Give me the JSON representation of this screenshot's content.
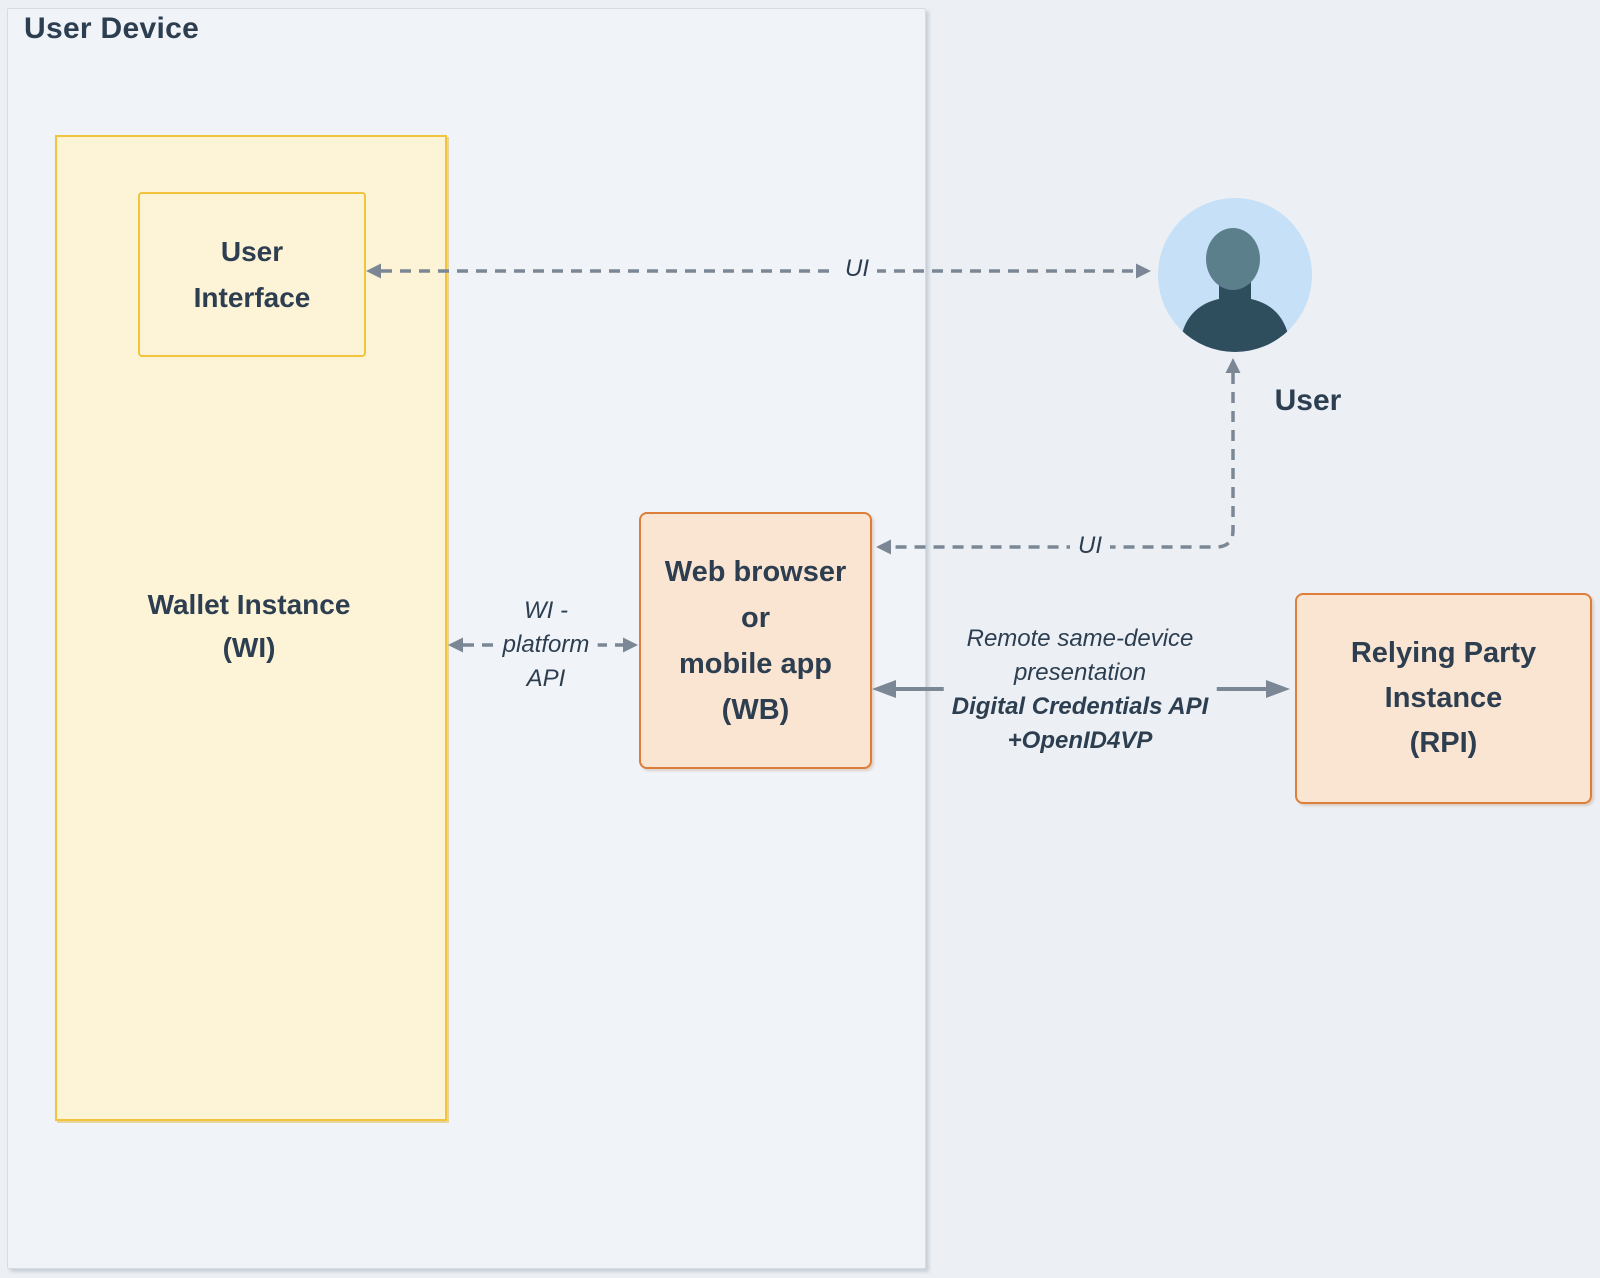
{
  "colors": {
    "page-bg": "#ecf0f5",
    "ud-fill": "#f0f3f8",
    "ud-border": "#d7dce3",
    "yellow-fill": "#fdf3d6",
    "yellow-border": "#f1c43c",
    "orange-fill": "#fae5d2",
    "orange-border": "#dd7e3a",
    "text": "#2c3e50",
    "arrow": "#7b8794",
    "avatar-bg": "#c5e0f7",
    "avatar-head": "#5c7f8c",
    "avatar-body": "#2f4e5d"
  },
  "user_device": {
    "title": "User Device"
  },
  "wallet_instance": {
    "label_line1": "Wallet Instance",
    "label_line2": "(WI)"
  },
  "user_interface": {
    "label_line1": "User",
    "label_line2": "Interface"
  },
  "web_browser": {
    "label_line1": "Web browser",
    "label_line2": "or",
    "label_line3": "mobile app",
    "label_line4": "(WB)"
  },
  "relying_party": {
    "label_line1": "Relying Party",
    "label_line2": "Instance",
    "label_line3": "(RPI)"
  },
  "user": {
    "label": "User"
  },
  "edges": {
    "ui_to_user_label": "UI",
    "user_to_wb_label": "UI",
    "wi_platform_line1": "WI -",
    "wi_platform_line2": "platform",
    "wi_platform_line3": "API",
    "wb_rpi_line1": "Remote same-device",
    "wb_rpi_line2": "presentation",
    "wb_rpi_line3": "Digital Credentials API",
    "wb_rpi_line4": "+OpenID4VP"
  }
}
